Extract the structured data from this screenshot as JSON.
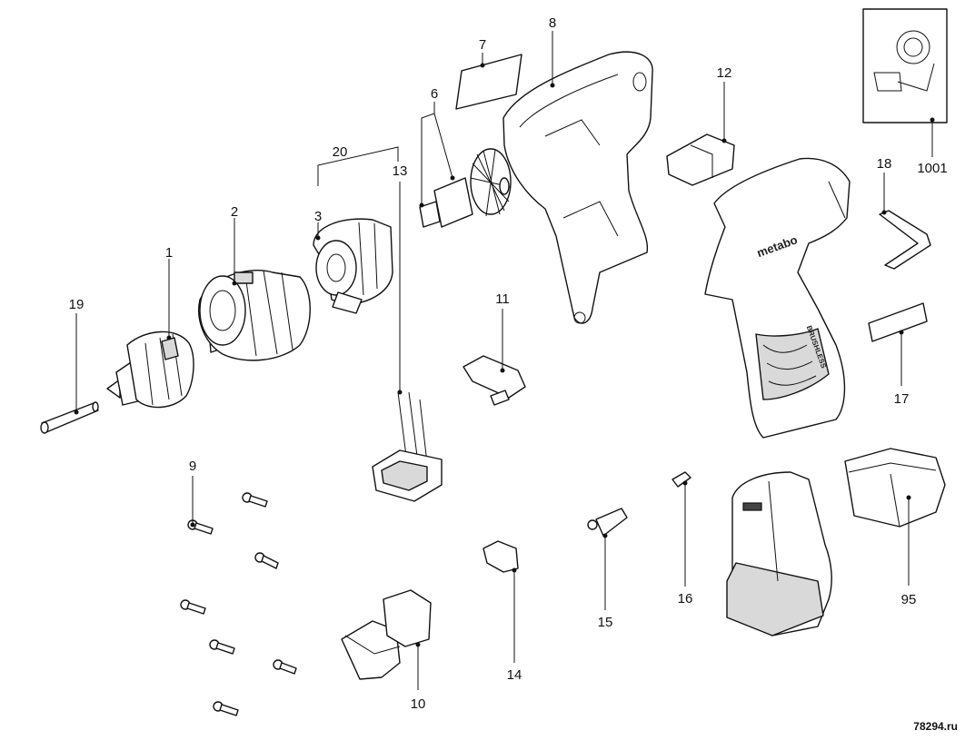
{
  "diagram": {
    "callouts": [
      {
        "id": "c1",
        "label": "1"
      },
      {
        "id": "c2",
        "label": "2"
      },
      {
        "id": "c3",
        "label": "3"
      },
      {
        "id": "c6",
        "label": "6"
      },
      {
        "id": "c7",
        "label": "7"
      },
      {
        "id": "c8",
        "label": "8"
      },
      {
        "id": "c9",
        "label": "9"
      },
      {
        "id": "c10",
        "label": "10"
      },
      {
        "id": "c11",
        "label": "11"
      },
      {
        "id": "c12",
        "label": "12"
      },
      {
        "id": "c13",
        "label": "13"
      },
      {
        "id": "c14",
        "label": "14"
      },
      {
        "id": "c15",
        "label": "15"
      },
      {
        "id": "c16",
        "label": "16"
      },
      {
        "id": "c17",
        "label": "17"
      },
      {
        "id": "c18",
        "label": "18"
      },
      {
        "id": "c19",
        "label": "19"
      },
      {
        "id": "c20",
        "label": "20"
      },
      {
        "id": "c95",
        "label": "95"
      },
      {
        "id": "c1001",
        "label": "1001"
      }
    ],
    "brand_text": "metabo",
    "badge_text": "BRUSHLESS",
    "watermark": "78294.ru"
  }
}
